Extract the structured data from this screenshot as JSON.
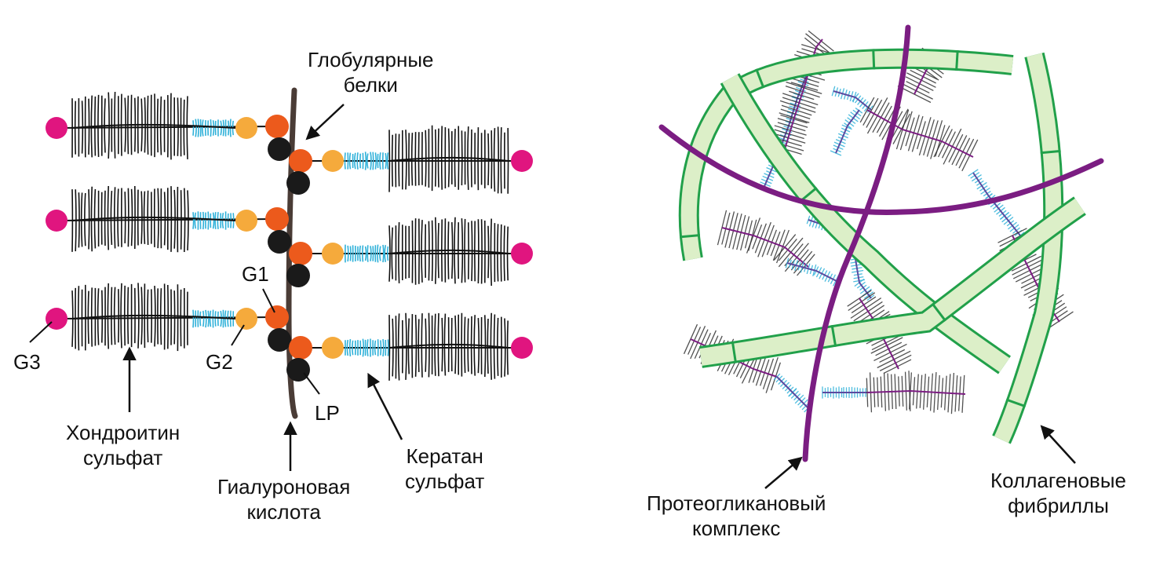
{
  "colors": {
    "g3_domain": "#e0157f",
    "g2_domain": "#f5aa3c",
    "g1_domain": "#ec5a1c",
    "link_protein": "#1a1a1a",
    "hyaluronic_acid": "#4a3c36",
    "chondroitin_sulfate": "#111111",
    "keratan_sulfate": "#2fb1d9",
    "collagen_fill": "#dcefc8",
    "collagen_stroke": "#21a04a",
    "proteoglycan_complex": "#7b1d82"
  },
  "left_panel": {
    "labels": {
      "globular_proteins_line1": "Глобулярные",
      "globular_proteins_line2": "белки",
      "g1": "G1",
      "g2": "G2",
      "g3": "G3",
      "lp": "LP",
      "chondroitin_line1": "Хондроитин",
      "chondroitin_line2": "сульфат",
      "hyaluronic_line1": "Гиалуроновая",
      "hyaluronic_line2": "кислота",
      "keratan_line1": "Кератан",
      "keratan_line2": "сульфат"
    }
  },
  "right_panel": {
    "labels": {
      "proteoglycan_line1": "Протеогликановый",
      "proteoglycan_line2": "комплекс",
      "collagen_line1": "Коллагеновые",
      "collagen_line2": "фибриллы"
    }
  }
}
